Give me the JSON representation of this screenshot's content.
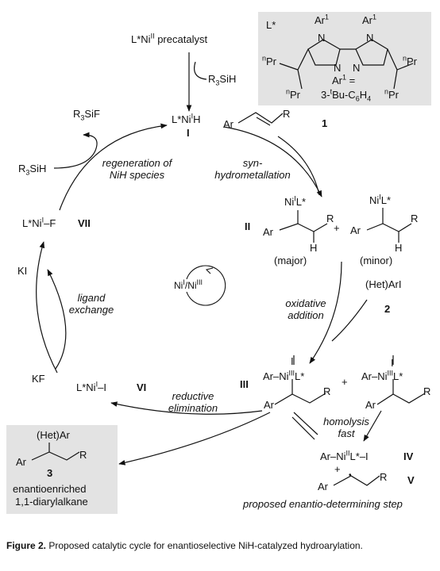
{
  "precatalyst": "L*Ni",
  "precatalyst_ox": "II",
  "precatalyst_tail": " precatalyst",
  "r3sih_top": "R",
  "silane_tail": "SiH",
  "species_i": {
    "label": "L*Ni",
    "ox": "I",
    "tail": "H",
    "roman": "I"
  },
  "ligand": {
    "label": "L*",
    "ar1": "Ar",
    "ar1_sup": "1",
    "npr": "Pr",
    "npr_sup": "n",
    "n": "N",
    "ar1_eq": "Ar",
    "ar1_def_a": "3-",
    "ar1_def_t": "t",
    "ar1_def_b": "Bu-C",
    "ar1_def_c": "6",
    "ar1_def_d": "H",
    "ar1_def_e": "4"
  },
  "alkene": {
    "ar": "Ar",
    "r": "R",
    "num": "1"
  },
  "r3sif": {
    "a": "R",
    "b": "3",
    "c": "SiF"
  },
  "r3sih_left": {
    "a": "R",
    "b": "3",
    "c": "SiH"
  },
  "regen_label": {
    "line1": "regeneration of",
    "line2": "NiH species"
  },
  "syn_label": {
    "line1": "syn-",
    "line2": "hydrometallation"
  },
  "species_ii": {
    "roman": "II",
    "major": "(major)",
    "minor": "(minor)",
    "nil": "Ni",
    "nil_ox": "I",
    "nil_tail": "L*",
    "ar": "Ar",
    "r": "R",
    "h": "H",
    "plus": "+"
  },
  "species_vii": {
    "label": "L*Ni",
    "ox": "I",
    "tail": "–F",
    "roman": "VII"
  },
  "cycle_label": {
    "a": "Ni",
    "b": "I",
    "c": "/Ni",
    "d": "III"
  },
  "ki": "KI",
  "ligand_exchange": {
    "line1": "ligand",
    "line2": "exchange"
  },
  "hetarl": {
    "text": "(Het)ArI",
    "num": "2"
  },
  "ox_add": {
    "line1": "oxidative",
    "line2": "addition"
  },
  "kf": "KF",
  "species_vi": {
    "label": "L*Ni",
    "ox": "I",
    "tail": "–I",
    "roman": "VI"
  },
  "red_elim": {
    "line1": "reductive",
    "line2": "elimination"
  },
  "species_iii": {
    "roman": "III",
    "ni": "Ni",
    "ox": "III",
    "l": "L*",
    "ar": "Ar",
    "r": "R",
    "i": "I",
    "plus": "+"
  },
  "homolysis": {
    "line1": "homolysis",
    "line2": "fast"
  },
  "species_iv": {
    "label": "Ar–Ni",
    "ox": "II",
    "tail": "L*–I",
    "roman": "IV"
  },
  "species_v": {
    "plus": "+",
    "ar": "Ar",
    "r": "R",
    "roman": "V"
  },
  "step_label": "proposed enantio-determining step",
  "product": {
    "hetar": "(Het)Ar",
    "ar": "Ar",
    "r": "R",
    "num": "3",
    "line1": "enantioenriched",
    "line2": "1,1-diarylalkane"
  },
  "caption": {
    "label": "Figure 2.",
    "text": " Proposed catalytic cycle for enantioselective NiH-catalyzed hydroarylation."
  }
}
